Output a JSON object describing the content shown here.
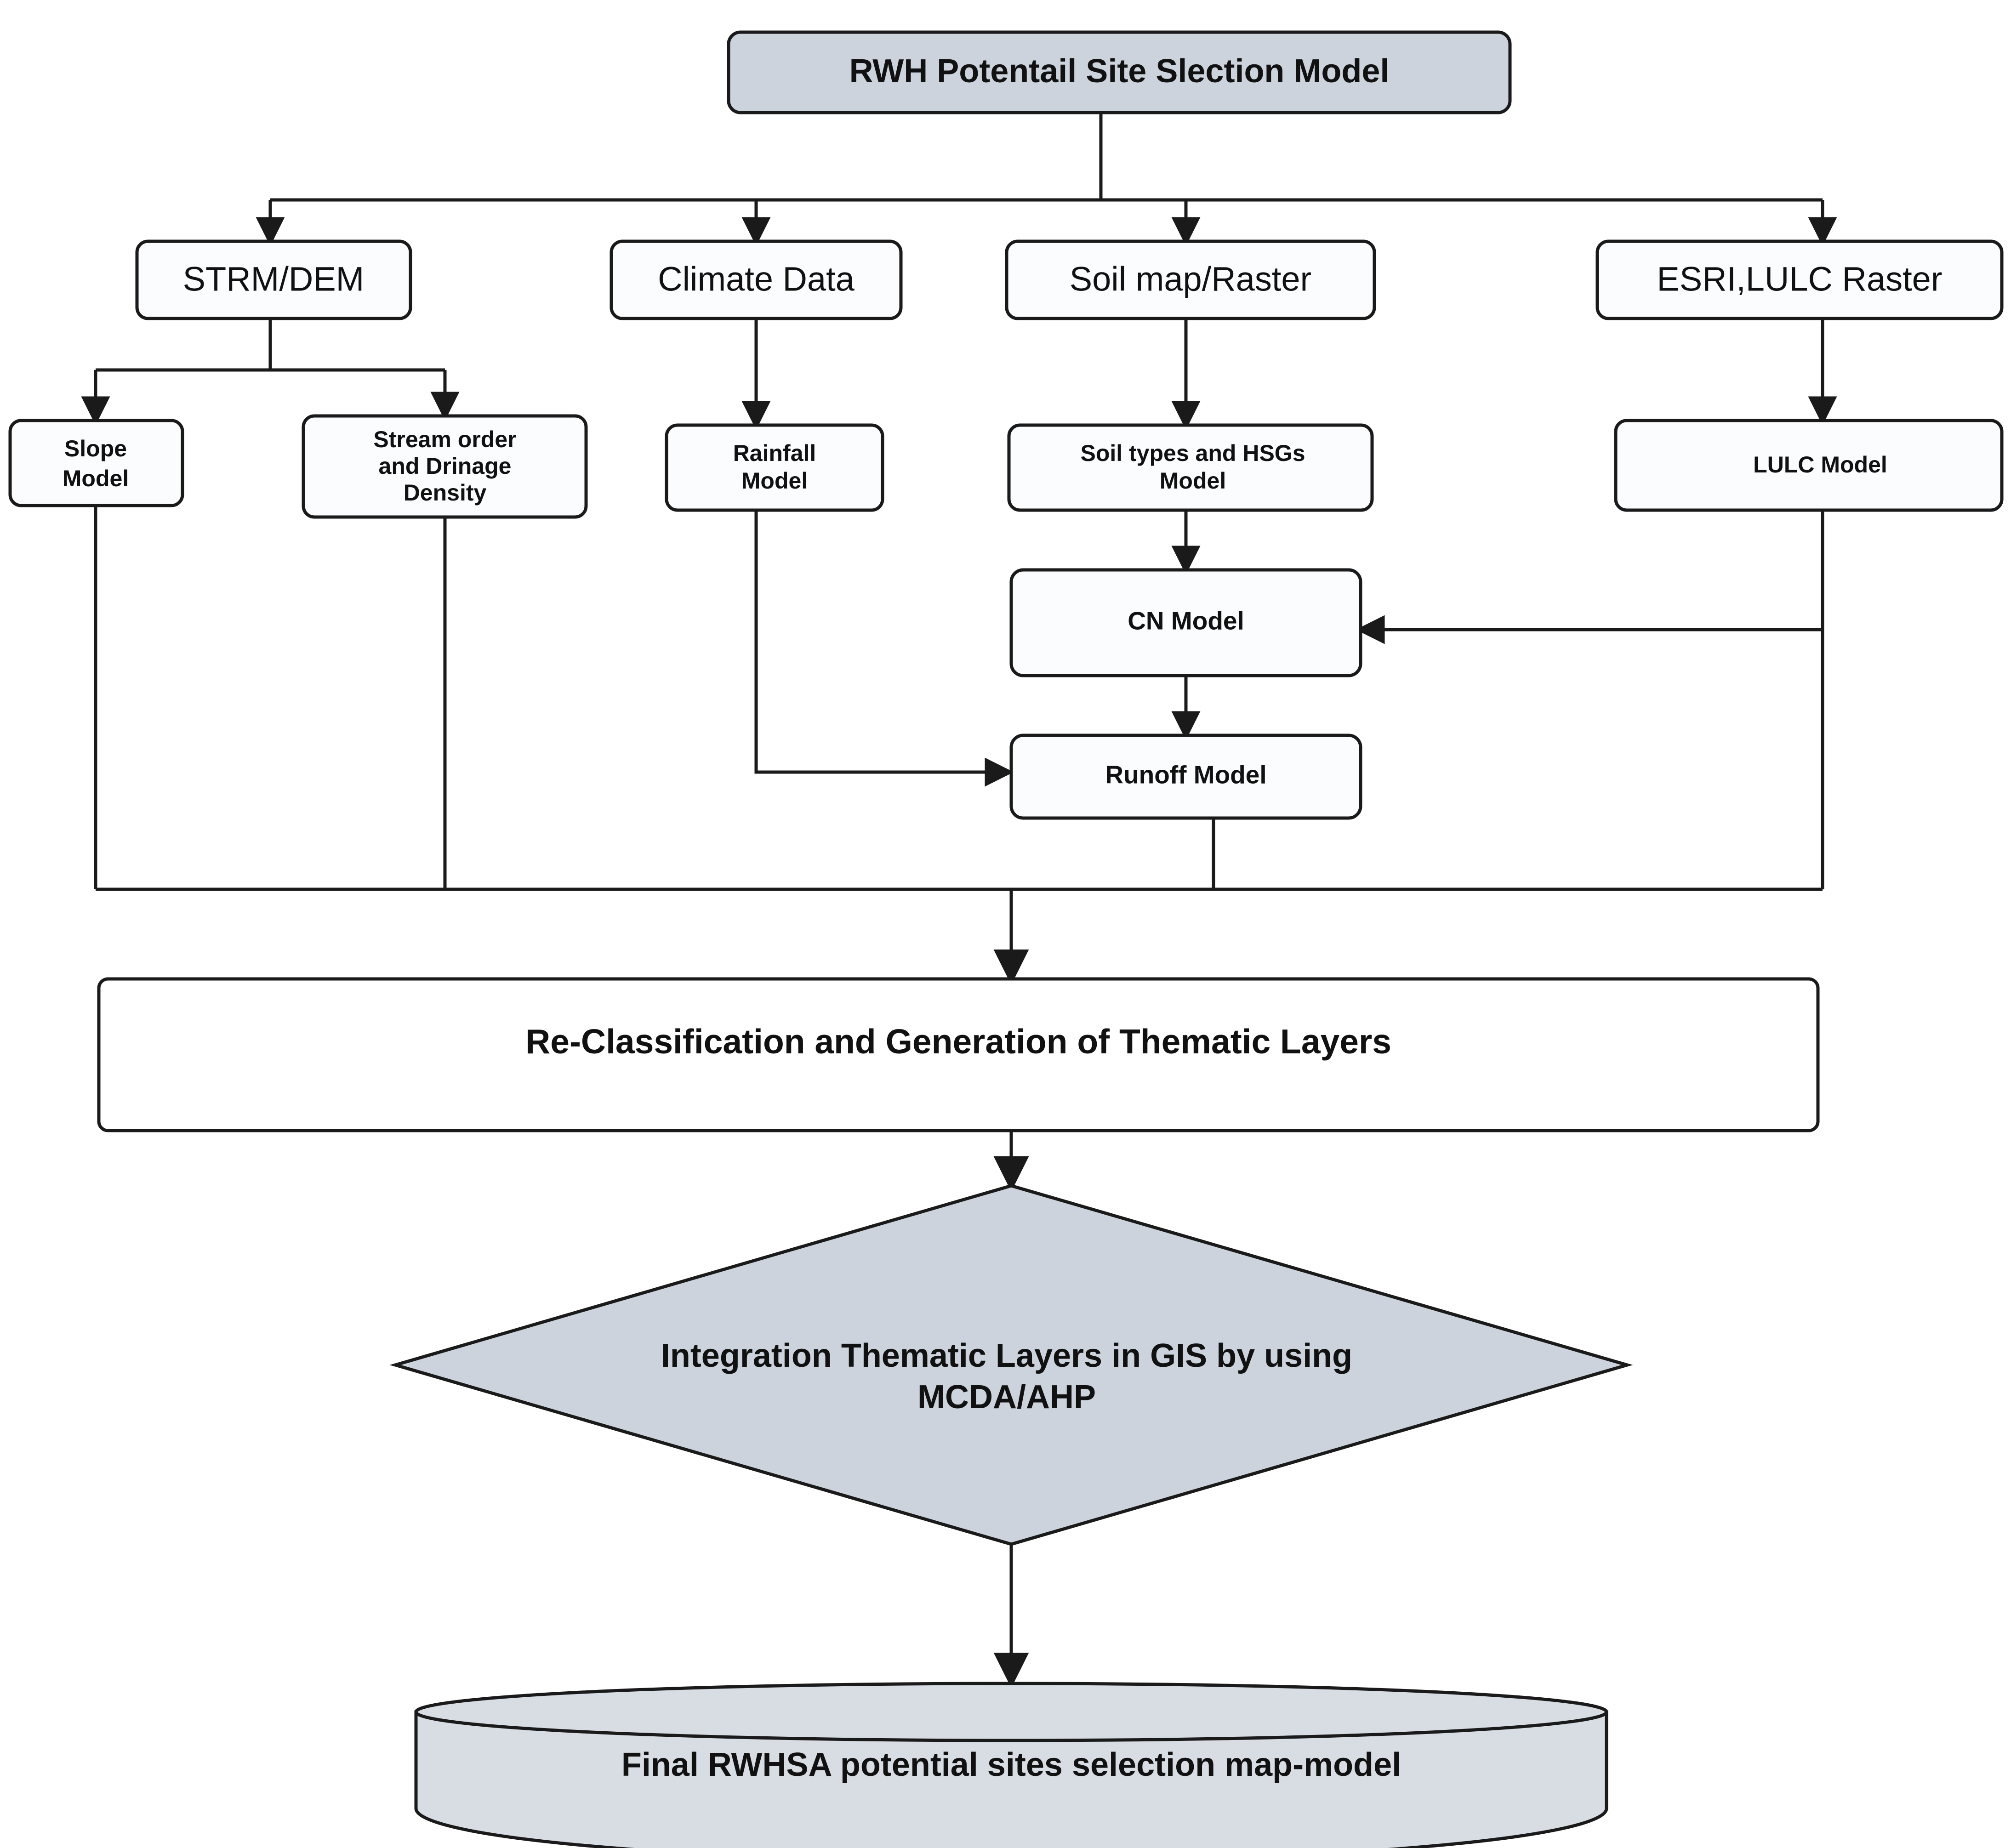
{
  "diagram": {
    "title_node": {
      "label": "RWH Potentail Site Slection Model",
      "shape": "rounded-rectangle",
      "fill": "#ccd3dc"
    },
    "source_nodes": [
      {
        "id": "strm-dem",
        "label": "STRM/DEM",
        "shape": "rounded-rectangle",
        "fill": "#fbfcfd"
      },
      {
        "id": "climate",
        "label": "Climate Data",
        "shape": "rounded-rectangle",
        "fill": "#fbfcfd"
      },
      {
        "id": "soil-map",
        "label": "Soil map/Raster",
        "shape": "rounded-rectangle",
        "fill": "#fbfcfd"
      },
      {
        "id": "esri-lulc",
        "label": "ESRI,LULC Raster",
        "shape": "rounded-rectangle",
        "fill": "#fbfcfd"
      }
    ],
    "model_nodes": [
      {
        "id": "slope-model",
        "label_lines": [
          "Slope",
          "Model"
        ],
        "shape": "rounded-rectangle",
        "fill": "#fbfcfd"
      },
      {
        "id": "stream-order",
        "label_lines": [
          "Stream order",
          "and Drinage",
          "Density"
        ],
        "shape": "rounded-rectangle",
        "fill": "#fbfcfd"
      },
      {
        "id": "rainfall-model",
        "label_lines": [
          "Rainfall",
          "Model"
        ],
        "shape": "rounded-rectangle",
        "fill": "#fbfcfd"
      },
      {
        "id": "soil-hsg-model",
        "label_lines": [
          "Soil types and HSGs",
          "Model"
        ],
        "shape": "rounded-rectangle",
        "fill": "#fbfcfd"
      },
      {
        "id": "lulc-model",
        "label_lines": [
          "LULC Model"
        ],
        "shape": "rounded-rectangle",
        "fill": "#fbfcfd"
      }
    ],
    "process_nodes": [
      {
        "id": "cn-model",
        "label": "CN Model",
        "shape": "rounded-rectangle",
        "fill": "#fbfcfd"
      },
      {
        "id": "runoff-model",
        "label": "Runoff Model",
        "shape": "rounded-rectangle",
        "fill": "#fbfcfd"
      }
    ],
    "reclass_node": {
      "label": "Re-Classification and Generation of Thematic Layers",
      "shape": "rounded-rectangle",
      "fill": "#ffffff"
    },
    "integration_node": {
      "label_lines": [
        "Integration  Thematic Layers in GIS by using",
        "MCDA/AHP"
      ],
      "shape": "diamond",
      "fill": "#ccd3dc"
    },
    "output_node": {
      "label": "Final RWHSA potential sites selection map-model",
      "shape": "cylinder",
      "fill": "#d7dde3"
    },
    "colors": {
      "stroke": "#1a1a1a",
      "accent_fill": "#ccd3dc",
      "node_fill": "#fbfcfd",
      "cylinder_fill": "#d7dde3",
      "background": "#ffffff"
    }
  }
}
